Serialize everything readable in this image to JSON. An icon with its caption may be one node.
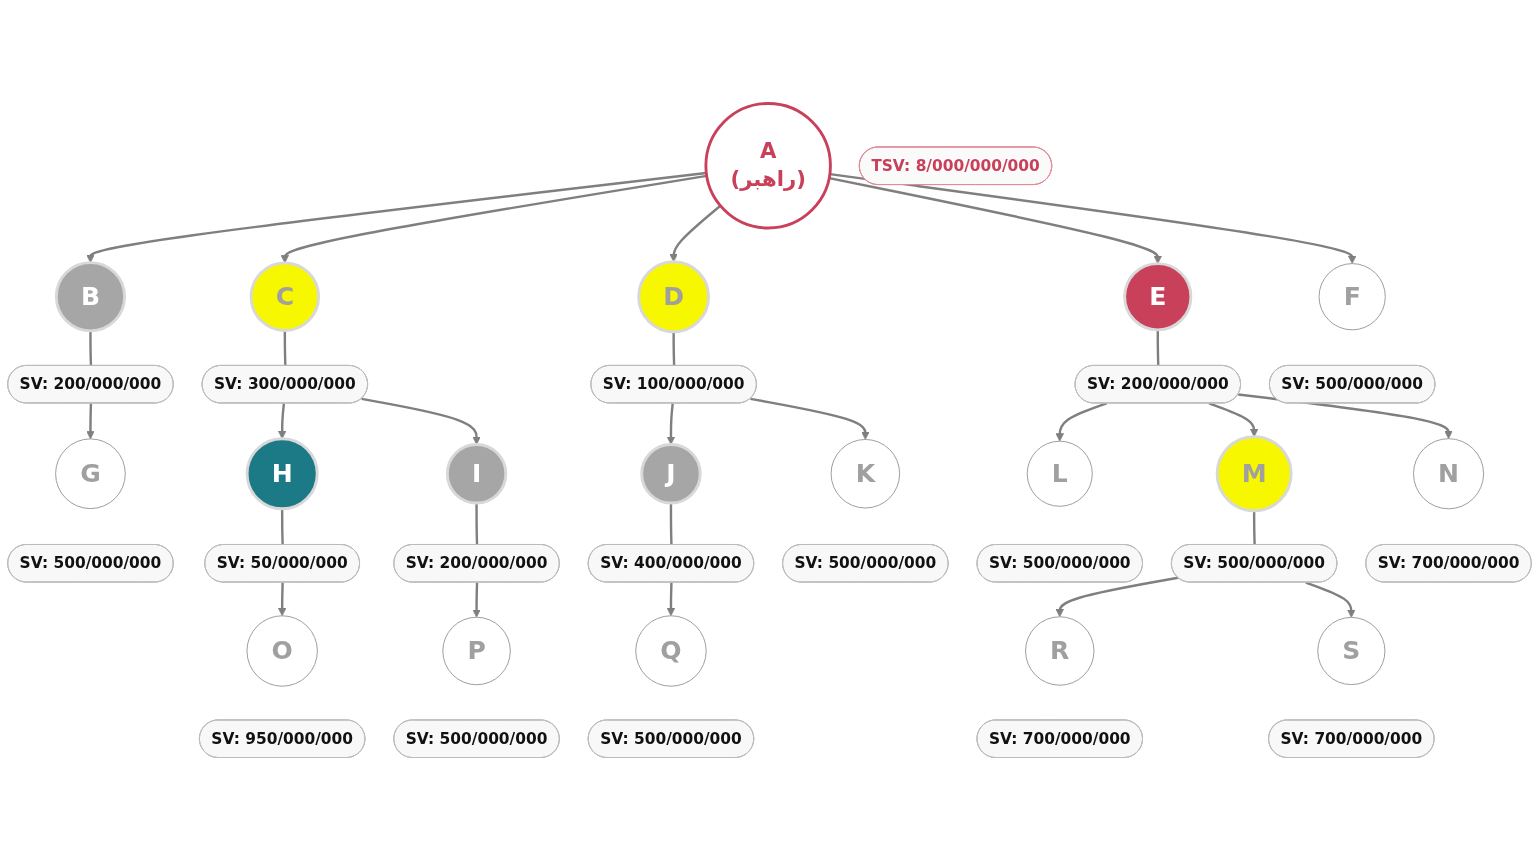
{
  "diagram": {
    "nodes": [
      {
        "text": [
          "A",
          "(راهبر)"
        ]
      },
      {
        "text": [
          "TSV: 8/000/000/000"
        ]
      },
      {
        "text": [
          "B"
        ]
      },
      {
        "text": [
          "C"
        ]
      },
      {
        "text": [
          "D"
        ]
      },
      {
        "text": [
          "E"
        ]
      },
      {
        "text": [
          "F"
        ]
      },
      {
        "text": [
          "SV: 200/000/000"
        ]
      },
      {
        "text": [
          "SV: 300/000/000"
        ]
      },
      {
        "text": [
          "SV: 100/000/000"
        ]
      },
      {
        "text": [
          "SV: 200/000/000"
        ]
      },
      {
        "text": [
          "SV: 500/000/000"
        ]
      },
      {
        "text": [
          "G"
        ]
      },
      {
        "text": [
          "H"
        ]
      },
      {
        "text": [
          "I"
        ]
      },
      {
        "text": [
          "J"
        ]
      },
      {
        "text": [
          "K"
        ]
      },
      {
        "text": [
          "L"
        ]
      },
      {
        "text": [
          "M"
        ]
      },
      {
        "text": [
          "N"
        ]
      },
      {
        "text": [
          "SV: 500/000/000"
        ]
      },
      {
        "text": [
          "SV: 50/000/000"
        ]
      },
      {
        "text": [
          "SV: 200/000/000"
        ]
      },
      {
        "text": [
          "SV: 400/000/000"
        ]
      },
      {
        "text": [
          "SV: 500/000/000"
        ]
      },
      {
        "text": [
          "SV: 500/000/000"
        ]
      },
      {
        "text": [
          "SV: 500/000/000"
        ]
      },
      {
        "text": [
          "SV: 700/000/000"
        ]
      },
      {
        "text": [
          "O"
        ]
      },
      {
        "text": [
          "P"
        ]
      },
      {
        "text": [
          "Q"
        ]
      },
      {
        "text": [
          "R"
        ]
      },
      {
        "text": [
          "S"
        ]
      },
      {
        "text": [
          "SV: 950/000/000"
        ]
      },
      {
        "text": [
          "SV: 500/000/000"
        ]
      },
      {
        "text": [
          "SV: 500/000/000"
        ]
      },
      {
        "text": [
          "SV: 700/000/000"
        ]
      },
      {
        "text": [
          "SV: 700/000/000"
        ]
      }
    ],
    "edges": [
      {
        "from": 0,
        "to": 2,
        "arrow": "to"
      },
      {
        "from": 0,
        "to": 3,
        "arrow": "to"
      },
      {
        "from": 0,
        "to": 4,
        "arrow": "to"
      },
      {
        "from": 0,
        "to": 5,
        "arrow": "to"
      },
      {
        "from": 0,
        "to": 6,
        "arrow": "to"
      },
      {
        "from": 2,
        "to": 7,
        "arrow": "none"
      },
      {
        "from": 3,
        "to": 8,
        "arrow": "none"
      },
      {
        "from": 4,
        "to": 9,
        "arrow": "none"
      },
      {
        "from": 5,
        "to": 10,
        "arrow": "none"
      },
      {
        "from": 7,
        "to": 12,
        "arrow": "to"
      },
      {
        "from": 8,
        "to": 13,
        "arrow": "to"
      },
      {
        "from": 8,
        "to": 14,
        "arrow": "to"
      },
      {
        "from": 9,
        "to": 15,
        "arrow": "to"
      },
      {
        "from": 9,
        "to": 16,
        "arrow": "to"
      },
      {
        "from": 10,
        "to": 17,
        "arrow": "to"
      },
      {
        "from": 10,
        "to": 18,
        "arrow": "to"
      },
      {
        "from": 10,
        "to": 19,
        "arrow": "to"
      },
      {
        "from": 13,
        "to": 21,
        "arrow": "none"
      },
      {
        "from": 14,
        "to": 22,
        "arrow": "none"
      },
      {
        "from": 15,
        "to": 23,
        "arrow": "none"
      },
      {
        "from": 18,
        "to": 26,
        "arrow": "none"
      },
      {
        "from": 21,
        "to": 28,
        "arrow": "to"
      },
      {
        "from": 22,
        "to": 29,
        "arrow": "to"
      },
      {
        "from": 23,
        "to": 30,
        "arrow": "to"
      },
      {
        "from": 26,
        "to": 31,
        "arrow": "to"
      },
      {
        "from": 26,
        "to": 32,
        "arrow": "to"
      }
    ]
  }
}
